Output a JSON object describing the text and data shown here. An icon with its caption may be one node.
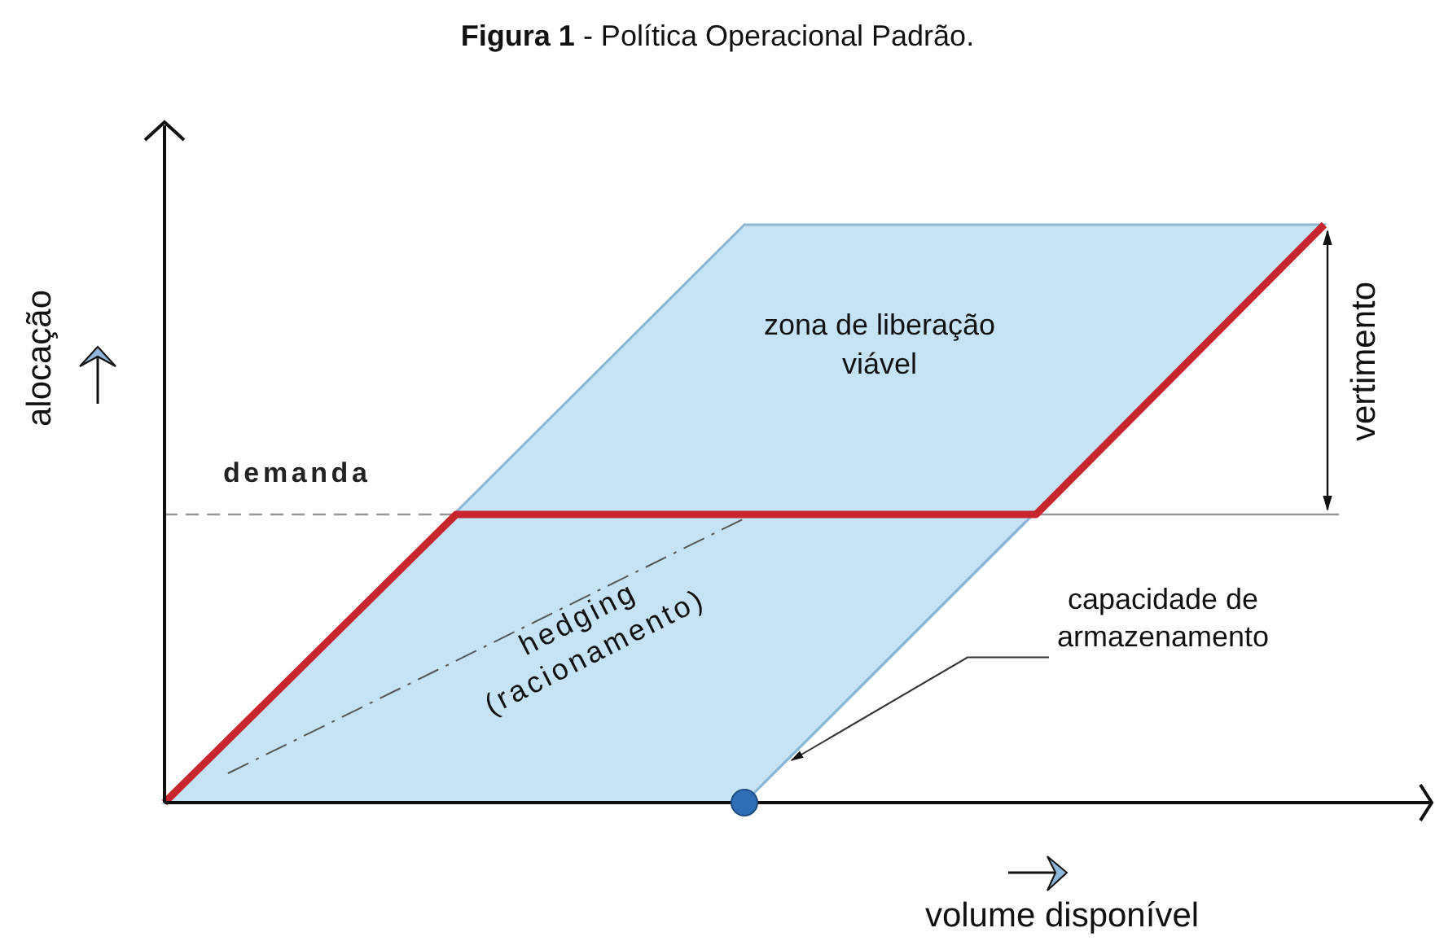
{
  "diagram": {
    "title": "**Figura 1** - Política Operacional Padrão.",
    "nodes": [
      {
        "text": [
          "capacidade de armazenamento"
        ]
      },
      {
        "text": [],
        "shape": "line"
      }
    ],
    "edges": [
      {
        "from": 0,
        "to": 1,
        "arrow": "to"
      }
    ],
    "labels": [
      "alocação",
      "demanda",
      "zona de liberação viável",
      "hedging (racionamento)",
      "vertimento",
      "volume disponível"
    ]
  }
}
